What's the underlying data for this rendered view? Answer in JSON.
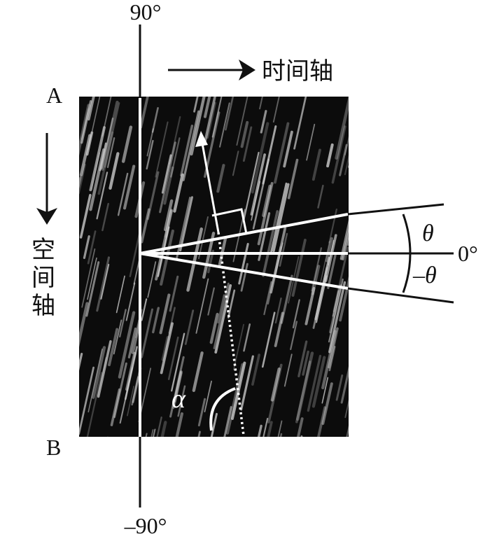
{
  "labels": {
    "top_angle": "90°",
    "bottom_angle": "–90°",
    "right_angle": "0°",
    "time_axis": "时间轴",
    "space_axis_chars": [
      "空",
      "间",
      "轴"
    ],
    "corner_a": "A",
    "corner_b": "B",
    "theta_pos": "θ",
    "theta_neg": "–θ",
    "alpha": "α"
  },
  "colors": {
    "background": "#ffffff",
    "image_fill": "#0c0c0c",
    "streak": "#cfcfcf",
    "overlay": "#ffffff",
    "ink": "#111111"
  }
}
